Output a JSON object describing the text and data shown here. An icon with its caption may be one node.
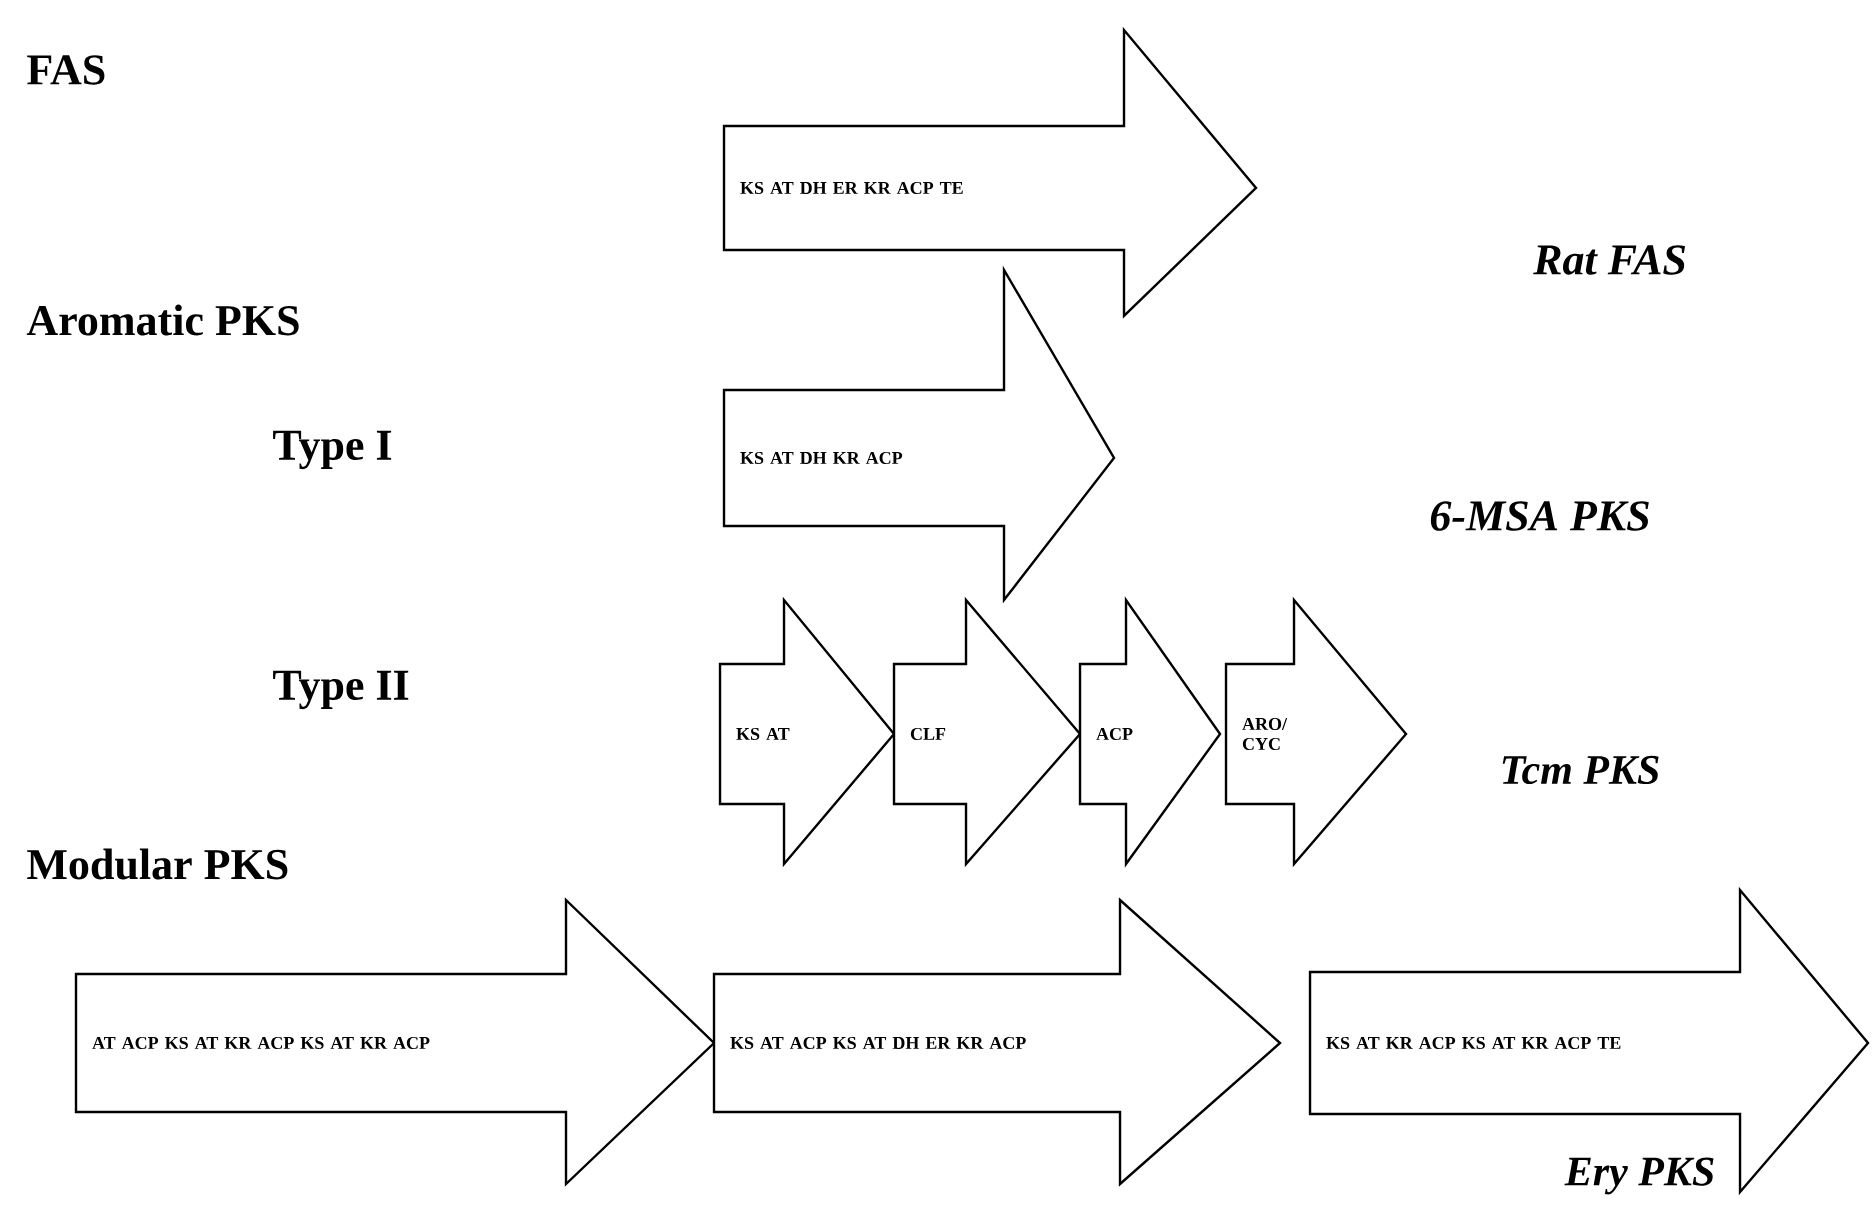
{
  "diagram": {
    "nodes": [
      {
        "text": [
          "KS AT DH ER KR ACP TE"
        ]
      },
      {
        "text": [
          "KS AT DH KR ACP"
        ]
      },
      {
        "text": [
          "KS AT"
        ]
      },
      {
        "text": [
          "CLF"
        ]
      },
      {
        "text": [
          "ACP"
        ]
      },
      {
        "text": [
          "ARO/ CYC"
        ],
        "beside": [
          "Tcm PKS"
        ]
      },
      {
        "text": [
          "AT ACP KS AT KR ACP KS AT KR ACP"
        ]
      },
      {
        "text": [
          "KS AT ACP KS AT DH ER KR ACP"
        ]
      },
      {
        "text": [
          "KS AT KR ACP KS AT KR ACP TE"
        ],
        "beside": [
          "Ery PKS"
        ]
      }
    ],
    "labels": [
      "FAS",
      "Rat FAS",
      "Aromatic PKS",
      "Type I",
      "6-MSA PKS",
      "Type II",
      "Modular PKS"
    ]
  }
}
